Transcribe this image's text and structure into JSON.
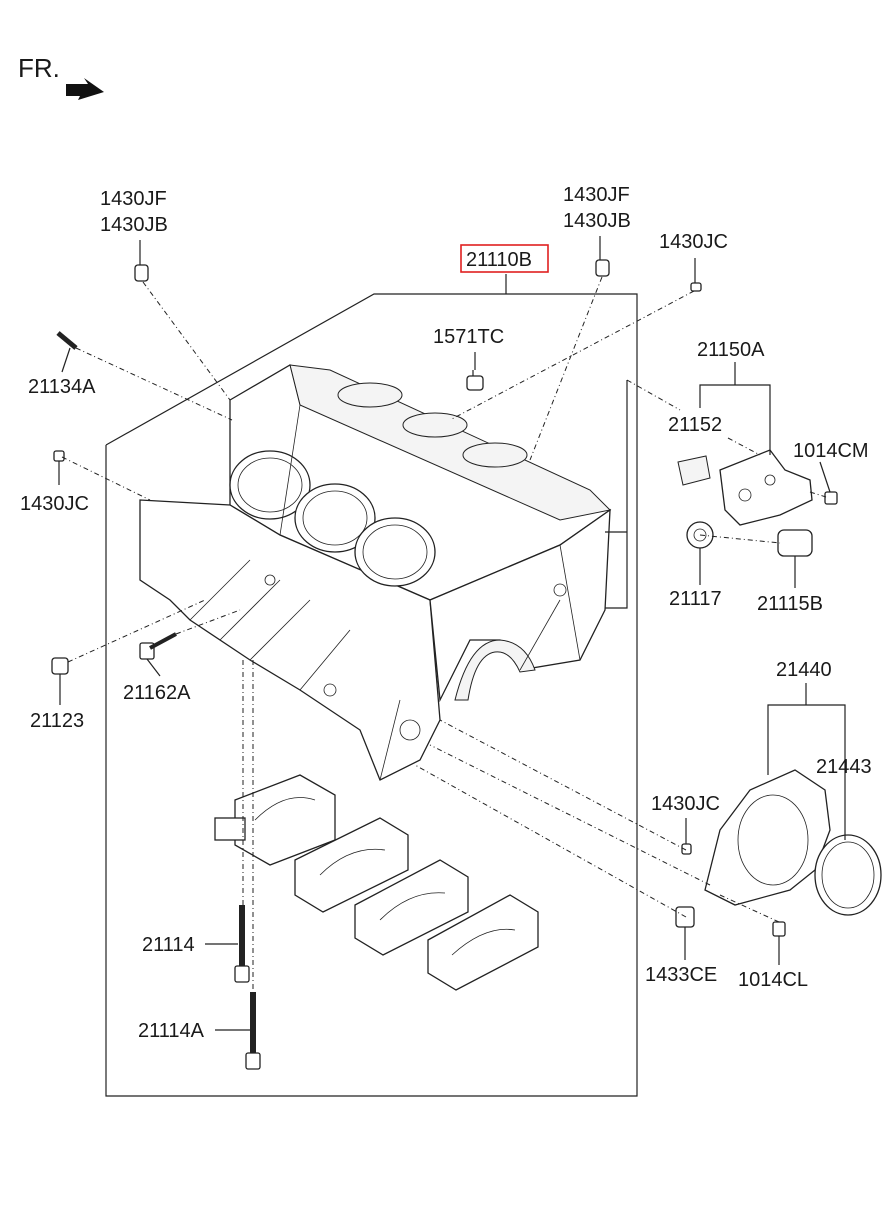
{
  "direction_label": "FR.",
  "parts": {
    "p_21110B": "21110B",
    "p_1430JF_left": "1430JF",
    "p_1430JB_left": "1430JB",
    "p_1430JF_right": "1430JF",
    "p_1430JB_right": "1430JB",
    "p_1430JC_top": "1430JC",
    "p_1571TC": "1571TC",
    "p_21134A": "21134A",
    "p_1430JC_left": "1430JC",
    "p_21150A": "21150A",
    "p_21152": "21152",
    "p_1014CM": "1014CM",
    "p_21117": "21117",
    "p_21115B": "21115B",
    "p_21123": "21123",
    "p_21162A": "21162A",
    "p_21440": "21440",
    "p_21443": "21443",
    "p_1430JC_lower": "1430JC",
    "p_21114": "21114",
    "p_21114A": "21114A",
    "p_1433CE": "1433CE",
    "p_1014CL": "1014CL"
  },
  "highlight_color": "#e02020"
}
